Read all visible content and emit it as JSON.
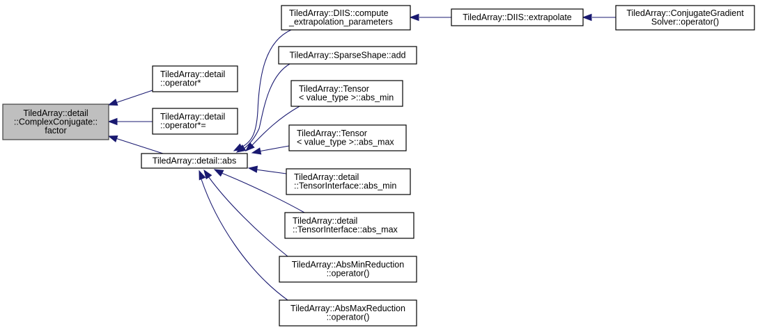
{
  "diagram": {
    "type": "doxygen-caller-graph",
    "colors": {
      "edge": "#191970",
      "focus_fill": "#bfbfbf",
      "box_stroke": "#000000"
    },
    "nodes": [
      {
        "id": "factor",
        "lines": [
          "TiledArray::detail",
          "::ComplexConjugate::",
          "factor"
        ],
        "focus": true
      },
      {
        "id": "op_mul",
        "lines": [
          "TiledArray::detail",
          "::operator*"
        ]
      },
      {
        "id": "op_mul_assign",
        "lines": [
          "TiledArray::detail",
          "::operator*="
        ]
      },
      {
        "id": "abs",
        "lines": [
          "TiledArray::detail::abs"
        ]
      },
      {
        "id": "diis_compute",
        "lines": [
          "TiledArray::DIIS::compute",
          "_extrapolation_parameters"
        ]
      },
      {
        "id": "sparse_add",
        "lines": [
          "TiledArray::SparseShape::add"
        ]
      },
      {
        "id": "tensor_abs_min",
        "lines": [
          "TiledArray::Tensor",
          "< value_type >::abs_min"
        ]
      },
      {
        "id": "tensor_abs_max",
        "lines": [
          "TiledArray::Tensor",
          "< value_type >::abs_max"
        ]
      },
      {
        "id": "ti_abs_min",
        "lines": [
          "TiledArray::detail",
          "::TensorInterface::abs_min"
        ]
      },
      {
        "id": "ti_abs_max",
        "lines": [
          "TiledArray::detail",
          "::TensorInterface::abs_max"
        ]
      },
      {
        "id": "absmin_red",
        "lines": [
          "TiledArray::AbsMinReduction",
          "::operator()"
        ]
      },
      {
        "id": "absmax_red",
        "lines": [
          "TiledArray::AbsMaxReduction",
          "::operator()"
        ]
      },
      {
        "id": "diis_extrapolate",
        "lines": [
          "TiledArray::DIIS::extrapolate"
        ]
      },
      {
        "id": "cg_solver",
        "lines": [
          "TiledArray::ConjugateGradient",
          "Solver::operator()"
        ]
      }
    ],
    "edges": [
      {
        "from": "op_mul",
        "to": "factor"
      },
      {
        "from": "op_mul_assign",
        "to": "factor"
      },
      {
        "from": "abs",
        "to": "factor"
      },
      {
        "from": "diis_compute",
        "to": "abs"
      },
      {
        "from": "sparse_add",
        "to": "abs"
      },
      {
        "from": "tensor_abs_min",
        "to": "abs"
      },
      {
        "from": "tensor_abs_max",
        "to": "abs"
      },
      {
        "from": "ti_abs_min",
        "to": "abs"
      },
      {
        "from": "ti_abs_max",
        "to": "abs"
      },
      {
        "from": "absmin_red",
        "to": "abs"
      },
      {
        "from": "absmax_red",
        "to": "abs"
      },
      {
        "from": "diis_extrapolate",
        "to": "diis_compute"
      },
      {
        "from": "cg_solver",
        "to": "diis_extrapolate"
      }
    ]
  }
}
